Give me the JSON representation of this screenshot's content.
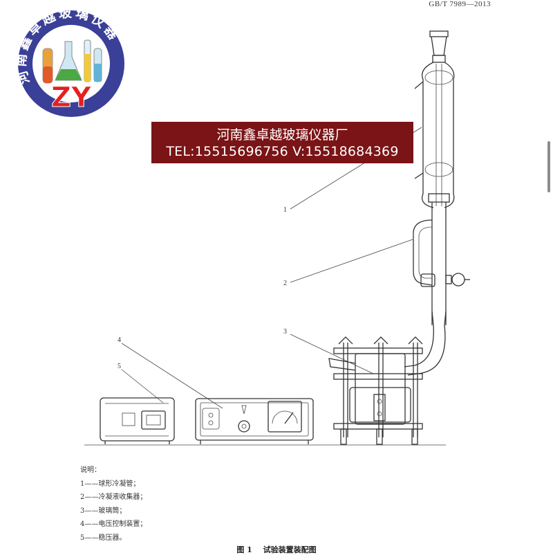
{
  "header": {
    "standard_code": "GB/T  7989—2013"
  },
  "logo": {
    "ring_text": "河南鑫卓越玻璃仪器",
    "monogram": "ZY"
  },
  "banner": {
    "company": "河南鑫卓越玻璃仪器厂",
    "contact": "TEL:15515696756 V:15518684369",
    "color": "#7a1416"
  },
  "callouts": [
    "1",
    "2",
    "3",
    "4",
    "5"
  ],
  "legend": {
    "title": "说明：",
    "items": [
      "1——球形冷凝管；",
      "2——冷凝液收集器；",
      "3——玻璃筒；",
      "4——电压控制装置；",
      "5——稳压器。"
    ]
  },
  "figure_caption": {
    "number": "图 1",
    "title": "试验装置装配图"
  }
}
